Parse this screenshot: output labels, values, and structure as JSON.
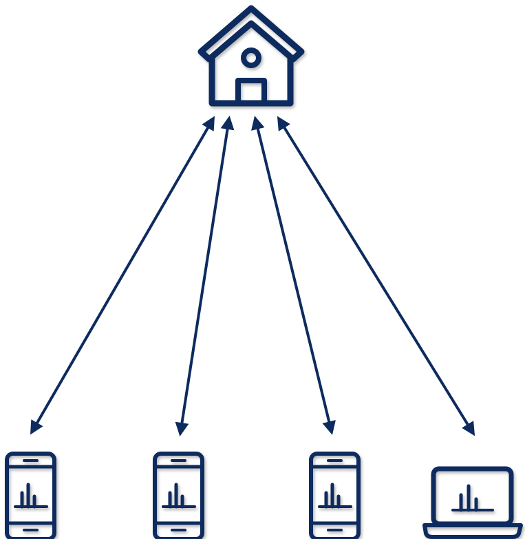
{
  "diagram": {
    "type": "hub-and-spoke",
    "stroke_color": "#0d2b5e",
    "background_color": "#ffffff",
    "hub": {
      "icon": "house-icon"
    },
    "devices": [
      {
        "icon": "smartphone-chart-icon"
      },
      {
        "icon": "smartphone-chart-icon"
      },
      {
        "icon": "smartphone-chart-icon"
      },
      {
        "icon": "laptop-chart-icon"
      }
    ],
    "connections": [
      {
        "from": "hub",
        "to": "device-1",
        "direction": "bidirectional"
      },
      {
        "from": "hub",
        "to": "device-2",
        "direction": "bidirectional"
      },
      {
        "from": "hub",
        "to": "device-3",
        "direction": "bidirectional"
      },
      {
        "from": "hub",
        "to": "device-4",
        "direction": "bidirectional"
      }
    ]
  }
}
